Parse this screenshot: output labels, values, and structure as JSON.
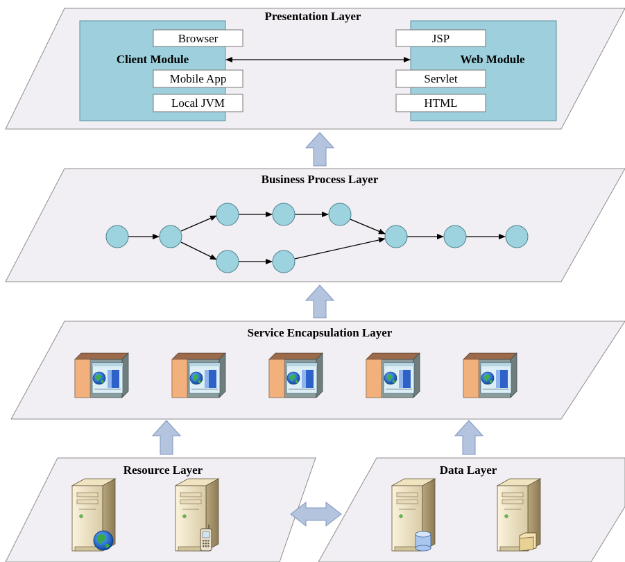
{
  "layers": {
    "presentation": {
      "title": "Presentation Layer",
      "client_module": {
        "title": "Client Module",
        "items": [
          "Browser",
          "Mobile App",
          "Local JVM"
        ]
      },
      "web_module": {
        "title": "Web Module",
        "items": [
          "JSP",
          "Servlet",
          "HTML"
        ]
      }
    },
    "business_process": {
      "title": "Business Process Layer"
    },
    "service_encapsulation": {
      "title": "Service Encapsulation Layer",
      "service_count": 5
    },
    "resource": {
      "title": "Resource Layer",
      "servers": [
        "web-server-icon",
        "mobile-server-icon"
      ]
    },
    "data": {
      "title": "Data Layer",
      "servers": [
        "database-server-icon",
        "file-server-icon"
      ]
    }
  },
  "colors": {
    "layer_fill": "#f2eff4",
    "layer_stroke": "#8c8c8c",
    "module_fill": "#9dcfdc",
    "module_stroke": "#5b8fa0",
    "node_fill": "#9dd3df",
    "node_stroke": "#4a7f8c",
    "arrow_fill": "#b4c3de",
    "arrow_stroke": "#7f95bd"
  }
}
